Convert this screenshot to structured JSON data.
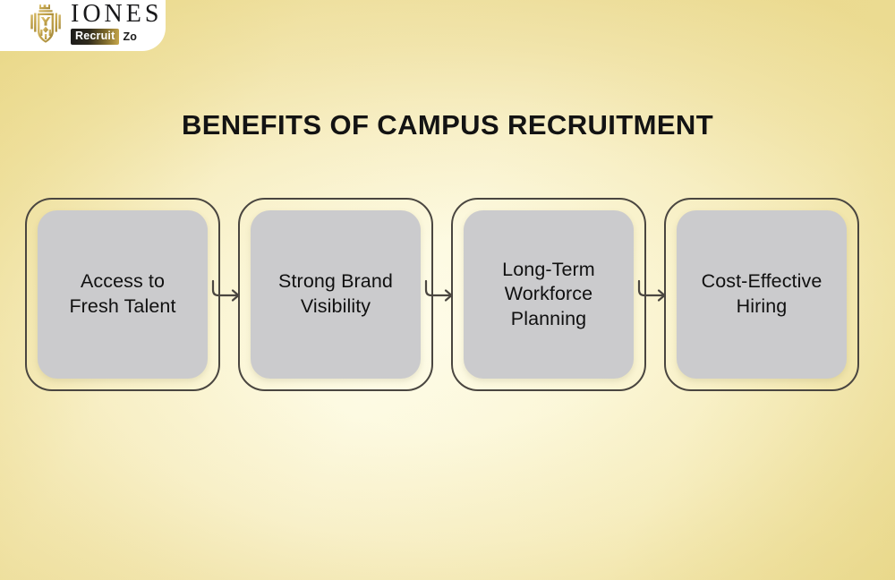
{
  "background": {
    "center_color": "#fdfbe8",
    "edge_color": "#ead98f"
  },
  "logo": {
    "wordmark": "IONES",
    "badge_word": "Recruit",
    "badge_tail": "Zo",
    "crest_icon": "heraldic-crest-icon",
    "crest_color": "#c5a855",
    "badge_background": "#ffffff"
  },
  "title": "BENEFITS OF CAMPUS RECRUITMENT",
  "flow": {
    "arrow_icon": "elbow-arrow-right-icon",
    "outline_color": "#4a4640",
    "fill_color": "#cbcbcd",
    "steps": [
      {
        "label": "Access to\nFresh Talent"
      },
      {
        "label": "Strong Brand\nVisibility"
      },
      {
        "label": "Long-Term\nWorkforce\nPlanning"
      },
      {
        "label": "Cost-Effective\nHiring"
      }
    ]
  }
}
